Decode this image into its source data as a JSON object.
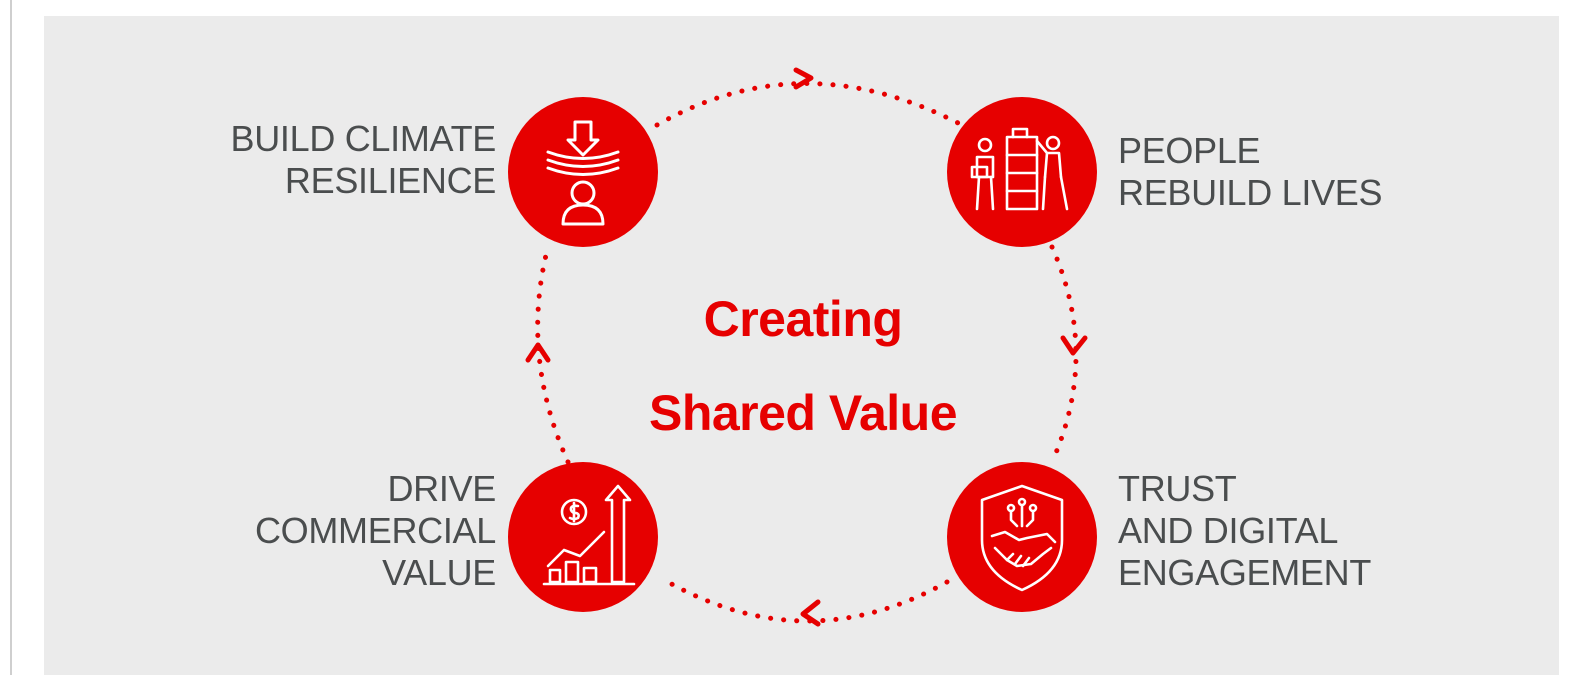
{
  "colors": {
    "accent": "#e60000",
    "panel": "#ebebeb",
    "text": "#4a4d4e"
  },
  "center": {
    "line1": "Creating",
    "line2": "Shared Value"
  },
  "nodes": [
    {
      "icon": "climate-resilience-icon",
      "label_lines": [
        "BUILD CLIMATE",
        "RESILIENCE"
      ]
    },
    {
      "icon": "people-rebuild-icon",
      "label_lines": [
        "PEOPLE",
        "REBUILD LIVES"
      ]
    },
    {
      "icon": "trust-shield-handshake-icon",
      "label_lines": [
        "TRUST",
        "AND DIGITAL",
        "ENGAGEMENT"
      ]
    },
    {
      "icon": "commercial-growth-icon",
      "label_lines": [
        "DRIVE",
        "COMMERCIAL",
        "VALUE"
      ]
    }
  ]
}
